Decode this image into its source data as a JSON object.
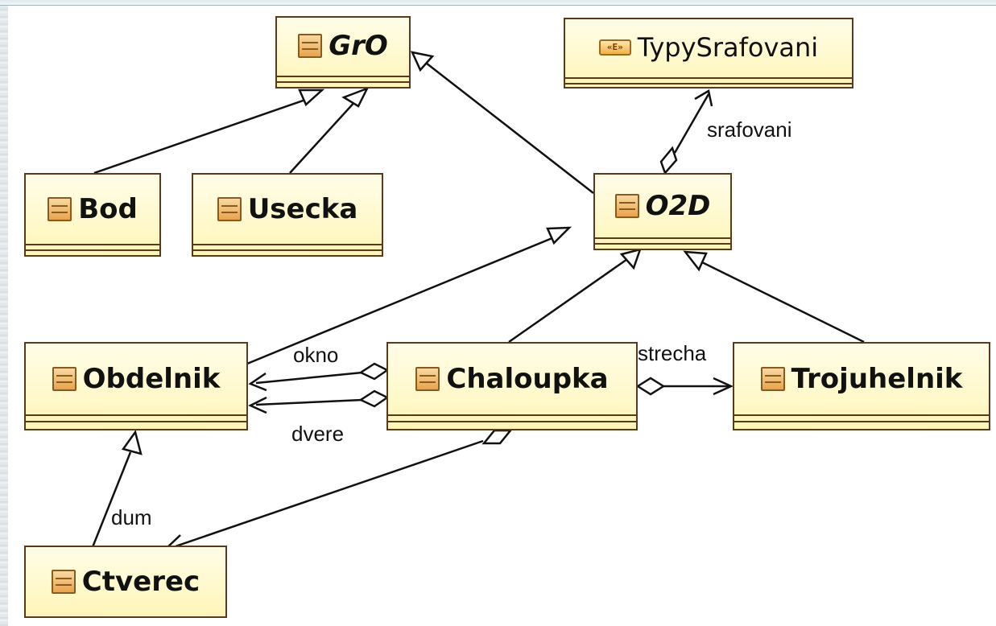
{
  "classes": {
    "gro": "GrO",
    "typy_srafovani": "TypySrafovani",
    "bod": "Bod",
    "usecka": "Usecka",
    "o2d": "O2D",
    "obdelnik": "Obdelnik",
    "chaloupka": "Chaloupka",
    "trojuhelnik": "Trojuhelnik",
    "ctverec": "Ctverec"
  },
  "enum_icon_text": "«E»",
  "associations": {
    "srafovani": "srafovani",
    "okno": "okno",
    "dvere": "dvere",
    "strecha": "strecha",
    "dum": "dum"
  },
  "colors": {
    "class_fill_top": "#fffde8",
    "class_fill_bottom": "#fff5b8",
    "class_border": "#5a3a1a",
    "line": "#111111"
  }
}
